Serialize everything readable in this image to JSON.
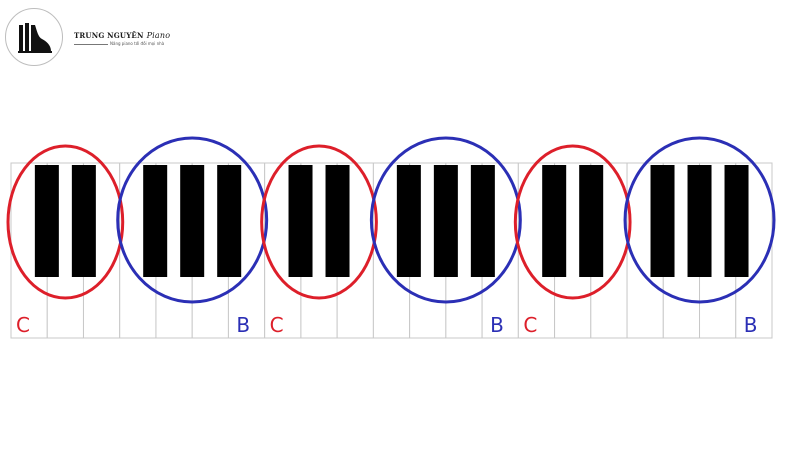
{
  "brand": {
    "name": "TRUNG NGUYÊN",
    "script": "Piano",
    "tagline": "Nâng piano tới đôi mọi nhà"
  },
  "keyboard": {
    "white_key_count": 21,
    "black_key_pattern": [
      2,
      3,
      2,
      3,
      2,
      3
    ],
    "colors": {
      "white_key": "#ffffff",
      "white_border": "#c8c8c8",
      "black_key": "#000000",
      "group_two": "#dd1f2a",
      "group_three": "#2b2fb5"
    },
    "groups": [
      {
        "type": "two-black",
        "color": "group_two"
      },
      {
        "type": "three-black",
        "color": "group_three"
      },
      {
        "type": "two-black",
        "color": "group_two"
      },
      {
        "type": "three-black",
        "color": "group_three"
      },
      {
        "type": "two-black",
        "color": "group_two"
      },
      {
        "type": "three-black",
        "color": "group_three"
      }
    ],
    "note_labels": [
      {
        "text": "C",
        "color": "group_two"
      },
      {
        "text": "B",
        "color": "group_three"
      },
      {
        "text": "C",
        "color": "group_two"
      },
      {
        "text": "B",
        "color": "group_three"
      },
      {
        "text": "C",
        "color": "group_two"
      },
      {
        "text": "B",
        "color": "group_three"
      }
    ]
  }
}
